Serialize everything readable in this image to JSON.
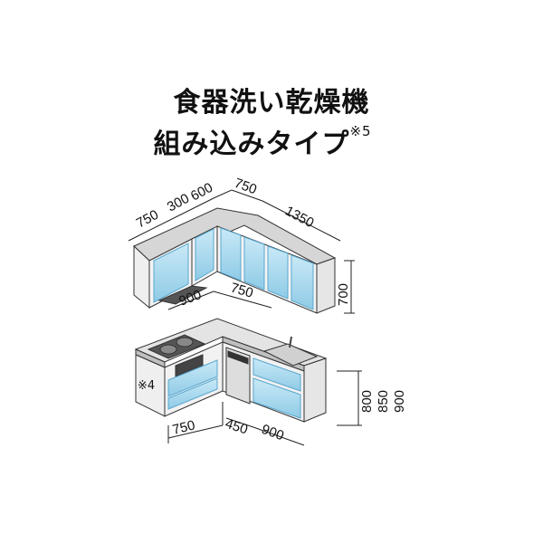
{
  "title": {
    "line1": "食器洗い乾燥機",
    "line2": "組み込みタイプ",
    "note_mark": "※5"
  },
  "upper_dimensions": {
    "left_depth": "750",
    "d300": "300",
    "d600": "600",
    "corner": "750",
    "right_width": "1350",
    "height": "700"
  },
  "lower_dimensions": {
    "back_left": "900",
    "back_right": "750",
    "front_left": "750",
    "front_mid": "450",
    "front_right": "900",
    "height_options": [
      "800",
      "850",
      "900"
    ]
  },
  "note_mark_lower": "※4",
  "colors": {
    "door_blue": "#a9d8ee",
    "door_edge": "#5aa7cf",
    "body_grey": "#f2f2f2",
    "top_grey": "#d9d9d9",
    "line": "#333333"
  }
}
